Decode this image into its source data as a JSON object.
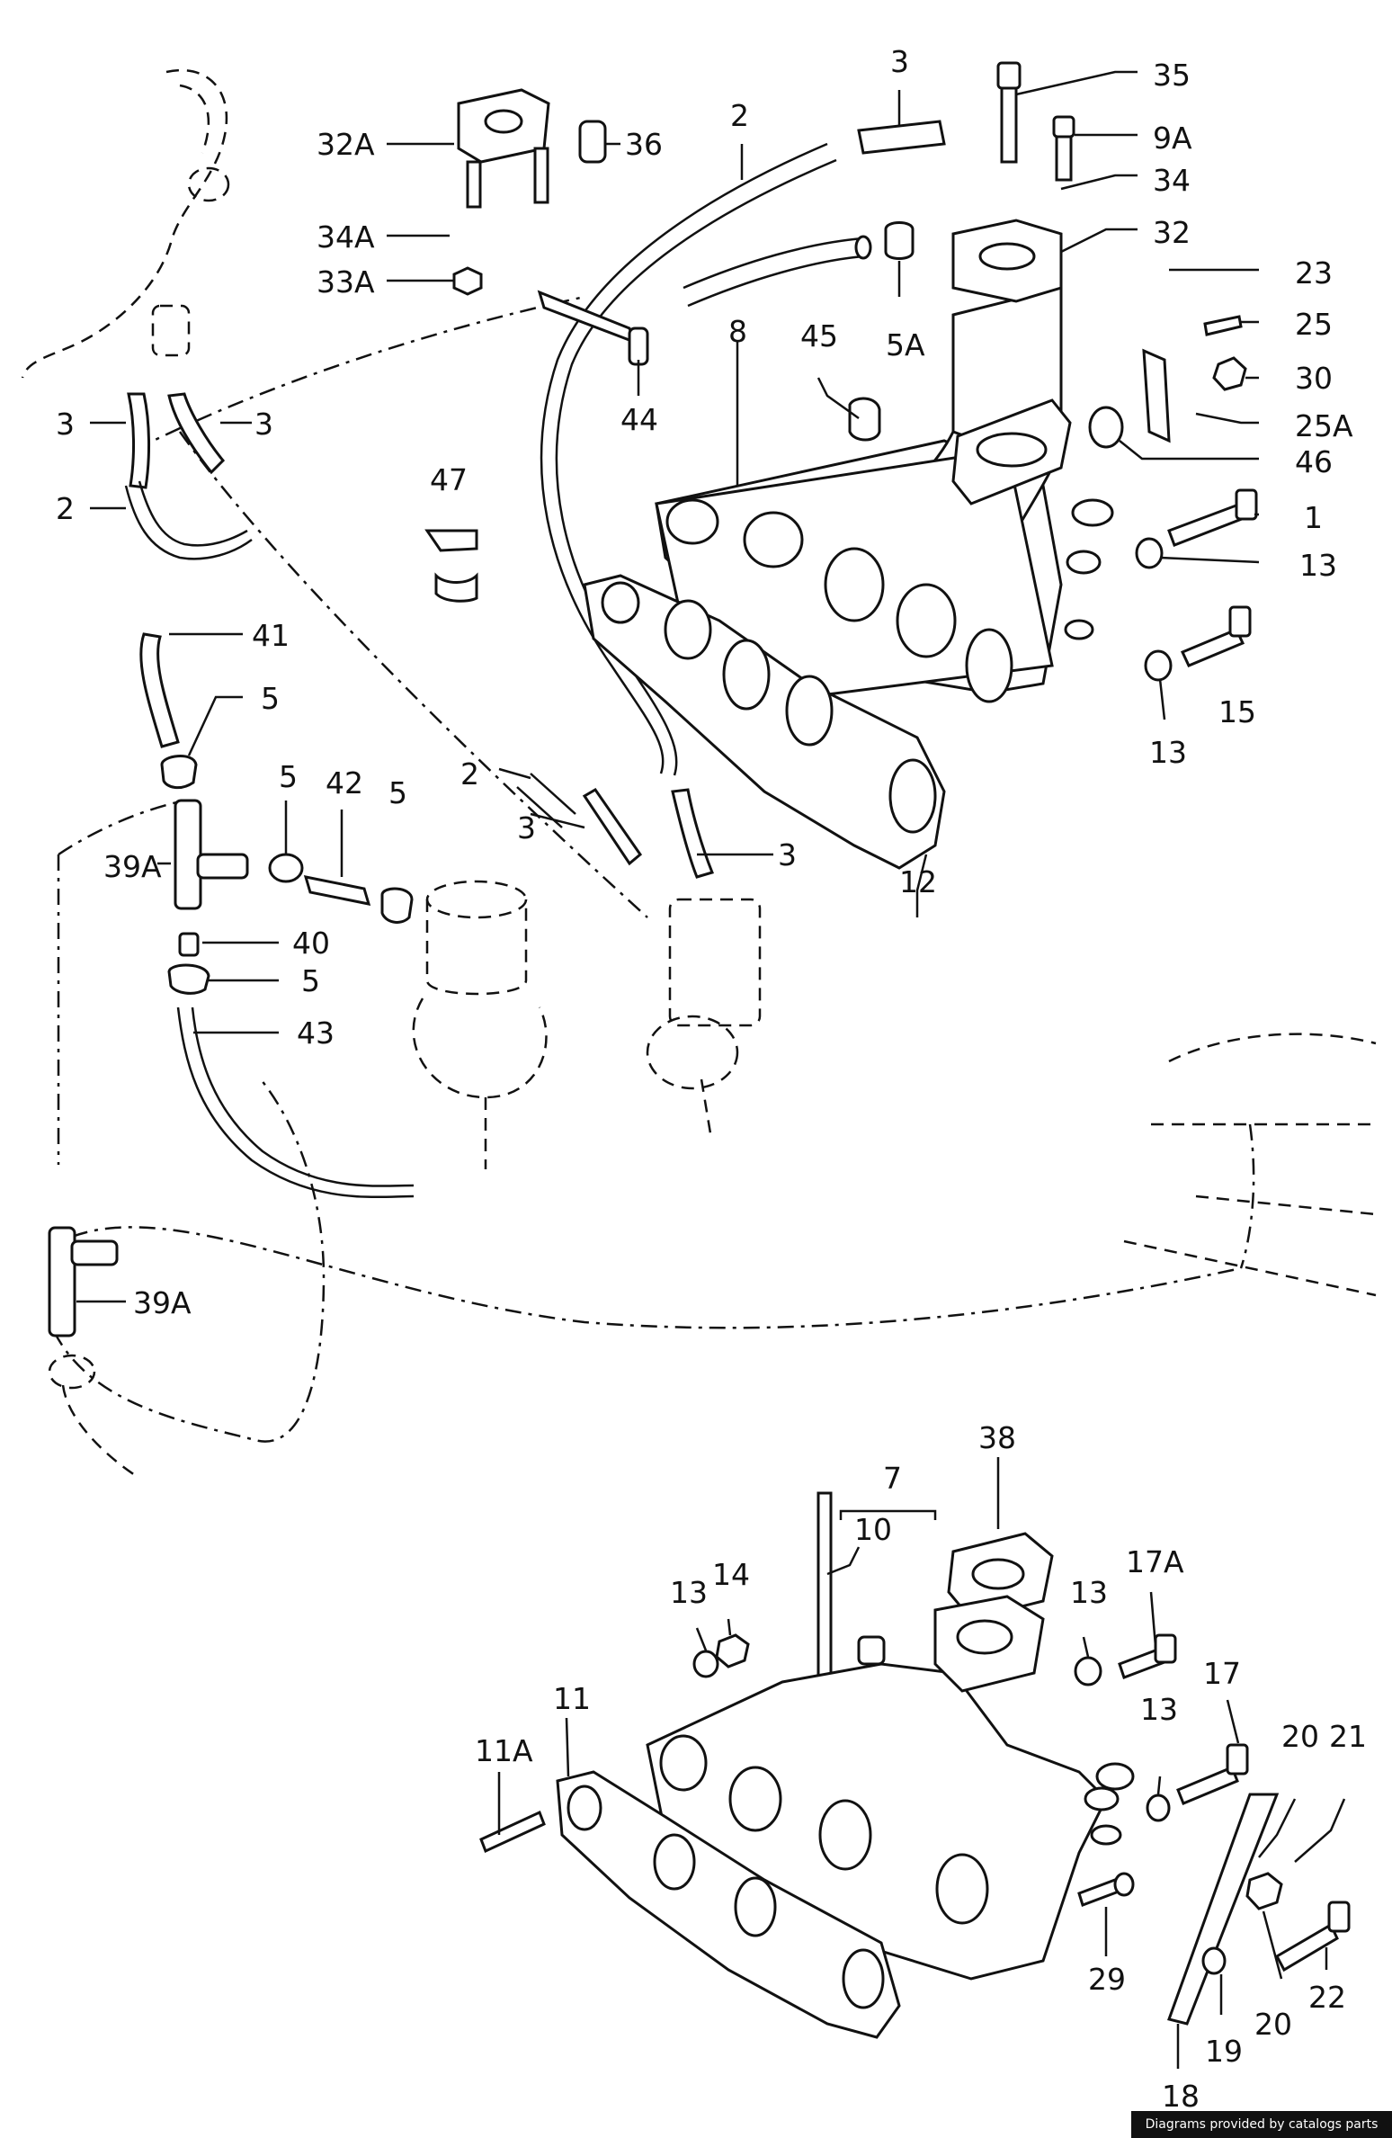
{
  "labels": {
    "l1": "1",
    "l2a": "2",
    "l2b": "2",
    "l2c": "2",
    "l3a": "3",
    "l3b": "3",
    "l3c": "3",
    "l3d": "3",
    "l3e": "3",
    "l5a": "5",
    "l5b": "5",
    "l5c": "5",
    "l5d": "5",
    "l5A": "5A",
    "l7": "7",
    "l8": "8",
    "l9A": "9A",
    "l10": "10",
    "l11": "11",
    "l11A": "11A",
    "l12": "12",
    "l13a": "13",
    "l13b": "13",
    "l13c": "13",
    "l13d": "13",
    "l13e": "13",
    "l14": "14",
    "l15": "15",
    "l17": "17",
    "l17A": "17A",
    "l18": "18",
    "l19": "19",
    "l20a": "20",
    "l20b": "20",
    "l21": "21",
    "l22": "22",
    "l23": "23",
    "l25": "25",
    "l25A": "25A",
    "l29": "29",
    "l30": "30",
    "l32": "32",
    "l32A": "32A",
    "l33A": "33A",
    "l34": "34",
    "l34A": "34A",
    "l35": "35",
    "l36": "36",
    "l38": "38",
    "l39Aa": "39A",
    "l39Ab": "39A",
    "l40": "40",
    "l41": "41",
    "l42": "42",
    "l43": "43",
    "l44": "44",
    "l45": "45",
    "l46": "46",
    "l47": "47"
  },
  "credit": "Diagrams provided by catalogs parts"
}
